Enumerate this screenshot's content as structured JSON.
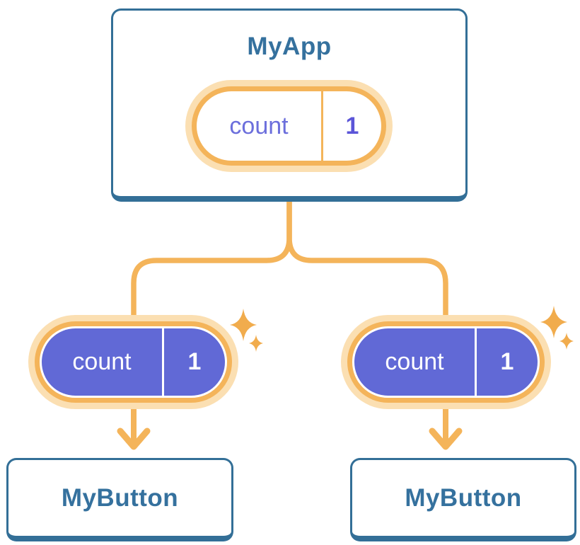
{
  "diagram": {
    "description": "React state tree: parent component holds state and passes it down to two children",
    "root": {
      "title": "MyApp",
      "state": {
        "key": "count",
        "value": "1"
      }
    },
    "children": [
      {
        "title": "MyButton",
        "prop": {
          "key": "count",
          "value": "1"
        }
      },
      {
        "title": "MyButton",
        "prop": {
          "key": "count",
          "value": "1"
        }
      }
    ]
  },
  "colors": {
    "orange": "#F4B45A",
    "glow": "#FBDFB2",
    "purple": "#6169D6",
    "blue_border": "#336F97",
    "blue_text": "#35719E",
    "purple_key": "#6C6FDC",
    "purple_value": "#5B55D8",
    "sparkle": "#F1AC4D"
  }
}
